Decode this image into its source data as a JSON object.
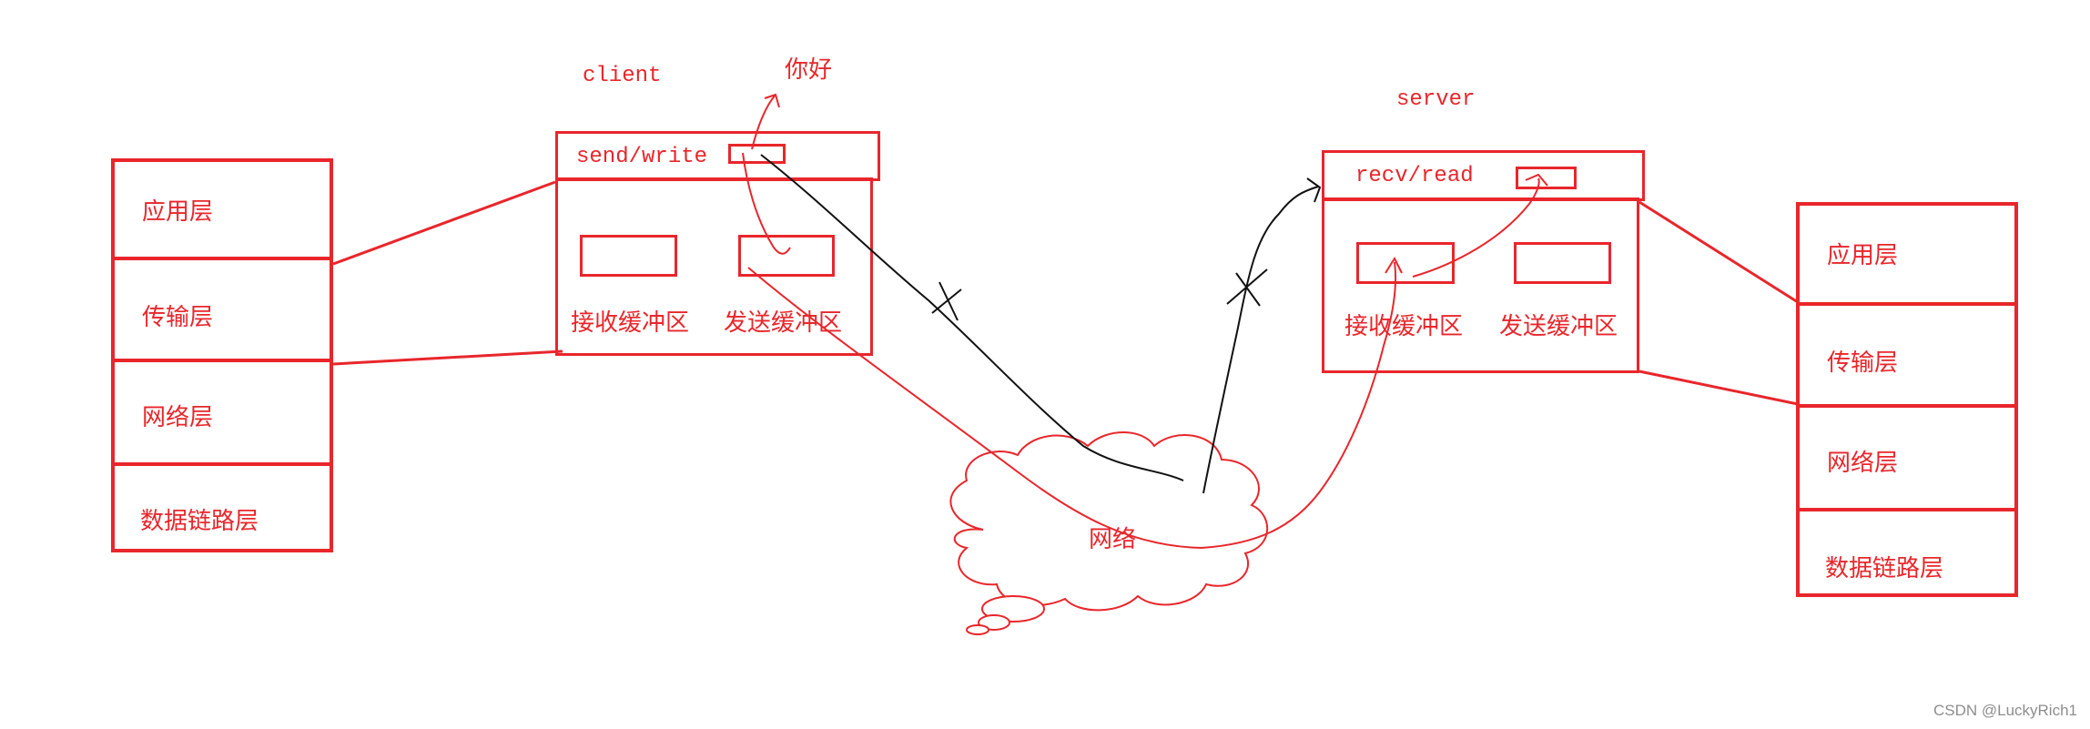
{
  "left_stack": {
    "layers": [
      "应用层",
      "传输层",
      "网络层",
      "数据链路层"
    ]
  },
  "right_stack": {
    "layers": [
      "应用层",
      "传输层",
      "网络层",
      "数据链路层"
    ]
  },
  "client": {
    "title": "client",
    "api_label": "send/write",
    "message": "你好",
    "recv_buffer_label": "接收缓冲区",
    "send_buffer_label": "发送缓冲区"
  },
  "server": {
    "title": "server",
    "api_label": "recv/read",
    "recv_buffer_label": "接收缓冲区",
    "send_buffer_label": "发送缓冲区"
  },
  "network": {
    "label": "网络"
  },
  "watermark": "CSDN @LuckyRich1",
  "colors": {
    "diagram_red": "#e8262b",
    "ink_black": "#111111"
  }
}
